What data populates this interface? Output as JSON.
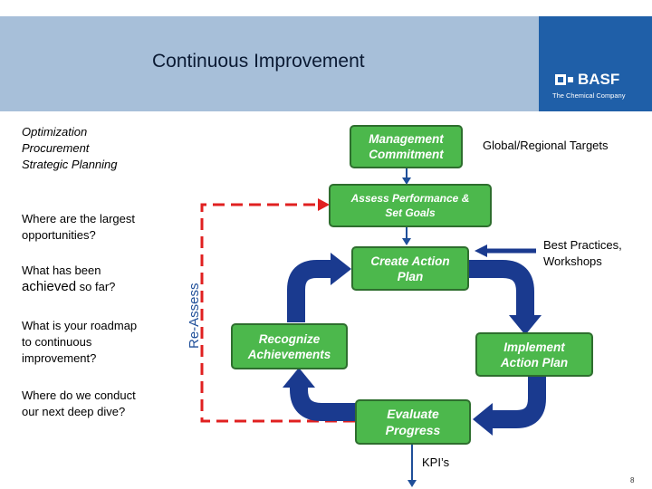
{
  "header": {
    "title": "Continuous Improvement",
    "logo_text": "BASF",
    "logo_tagline": "The Chemical Company"
  },
  "left_panel": {
    "italic_lines": [
      "Optimization",
      "Procurement",
      "Strategic Planning"
    ],
    "questions": [
      "Where are the largest opportunities?",
      "What has been achieved so far?",
      "What is your roadmap to continuous improvement?",
      "Where do we conduct our next deep dive?"
    ],
    "q1_line1": "Where are the largest",
    "q1_line2": "opportunities?",
    "q2_line1": "What has been",
    "q2_emph": "achieved",
    "q2_rest": " so far?",
    "q3_line1": "What is your roadmap",
    "q3_line2": "to continuous",
    "q3_line3": "improvement?",
    "q4_line1": "Where do we conduct",
    "q4_line2": "our next deep dive?"
  },
  "diagram": {
    "management_line1": "Management",
    "management_line2": "Commitment",
    "assess_line1": "Assess Performance &",
    "assess_line2": "Set Goals",
    "create_line1": "Create Action",
    "create_line2": "Plan",
    "implement_line1": "Implement",
    "implement_line2": "Action Plan",
    "evaluate_line1": "Evaluate",
    "evaluate_line2": "Progress",
    "recognize_line1": "Recognize",
    "recognize_line2": "Achievements",
    "targets_label": "Global/Regional Targets",
    "best_practices_line1": "Best Practices,",
    "best_practices_line2": "Workshops",
    "kpi_label": "KPI’s",
    "reassess_label": "Re-Assess",
    "colors": {
      "box_fill": "#4cb84c",
      "box_border": "#2e6e2e",
      "cycle_arrow": "#1a3a8f",
      "connector": "#1f4f99",
      "reassess_dash": "#e02020"
    }
  },
  "footer": {
    "page_number": "8"
  }
}
